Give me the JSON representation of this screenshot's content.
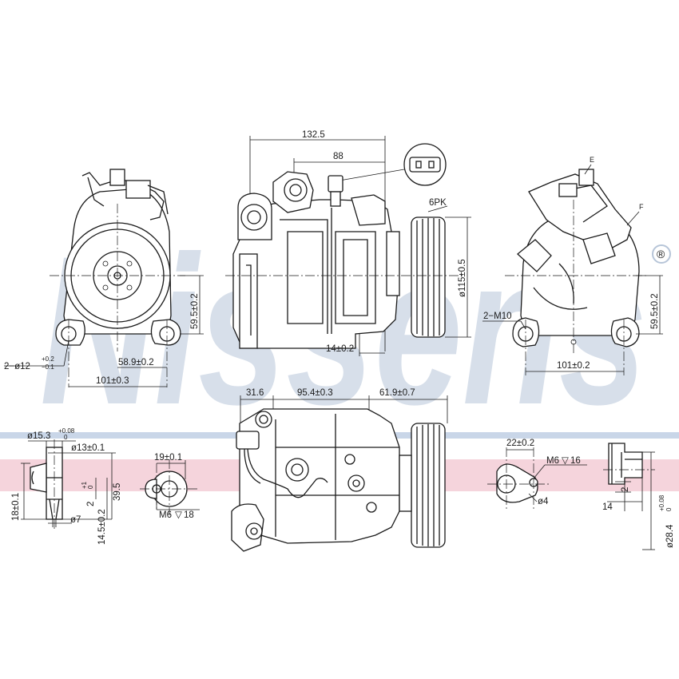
{
  "watermark": {
    "text": "Nissens",
    "registered_mark": "®",
    "color": "#b7c5d8"
  },
  "band_colors": {
    "blue": "#c9d6e8",
    "pink": "#f2c6d0"
  },
  "views": {
    "front": {
      "d_width": "101±0.3",
      "d_height": "59.5±0.2",
      "d_offset": "58.9±0.2",
      "d_holes": "2−ø12",
      "d_holes_tol_up": "+0.2",
      "d_holes_tol_dn": "−0.1"
    },
    "side": {
      "d_overall": "132.5",
      "d_mid": "88",
      "d_pulley_dia": "ø115±0.5",
      "d_pulley_label": "6PK",
      "d_boss": "14±0.2"
    },
    "rear": {
      "label_e": "E",
      "label_f": "F",
      "d_thread": "2−M10",
      "d_height": "59.5±0.2",
      "d_width": "101±0.2"
    },
    "top": {
      "d_a": "31.6",
      "d_b": "95.4±0.3",
      "d_c": "61.9±0.7"
    },
    "port1": {
      "d_dia": "ø15.3",
      "d_dia_tol_up": "+0.08",
      "d_dia_tol_dn": "0",
      "d_dia2": "ø13±0.1",
      "d_h18": "18±0.1",
      "d_h2": "2",
      "d_h2_tol_up": "+1",
      "d_h2_tol_dn": "0",
      "d_h39": "39.5",
      "d_h14": "14.5±0.2",
      "d_d7": "ø7"
    },
    "port2": {
      "d_19": "19±0.1",
      "d_thread": "M6",
      "d_depth": "18"
    },
    "port3": {
      "d_22": "22±0.2",
      "d_thread": "M6",
      "d_depth": "16",
      "d_d4": "ø4"
    },
    "port4": {
      "d_2": "2",
      "d_14": "14",
      "d_dia": "ø28.4",
      "d_dia_tol_up": "+0.08",
      "d_dia_tol_dn": "0"
    }
  }
}
